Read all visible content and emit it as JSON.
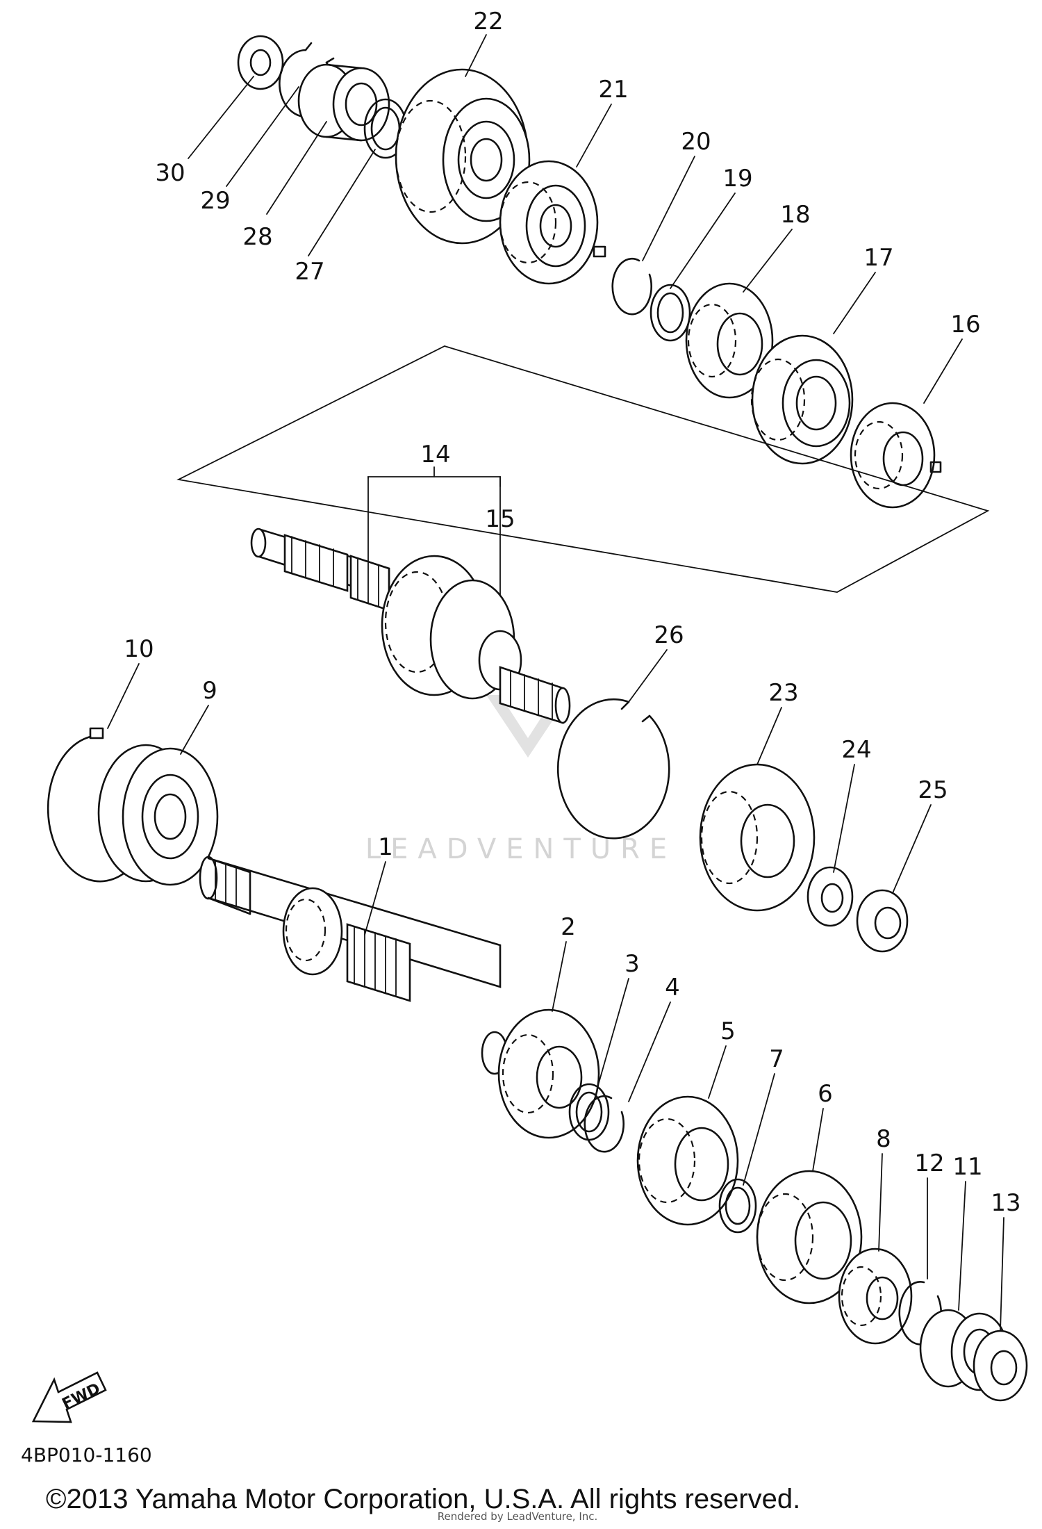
{
  "diagram": {
    "parts": [
      {
        "label": "1"
      },
      {
        "label": "2"
      },
      {
        "label": "3"
      },
      {
        "label": "4"
      },
      {
        "label": "5"
      },
      {
        "label": "6"
      },
      {
        "label": "7"
      },
      {
        "label": "8"
      },
      {
        "label": "9"
      },
      {
        "label": "10"
      },
      {
        "label": "11"
      },
      {
        "label": "12"
      },
      {
        "label": "13"
      },
      {
        "label": "14"
      },
      {
        "label": "15"
      },
      {
        "label": "16"
      },
      {
        "label": "17"
      },
      {
        "label": "18"
      },
      {
        "label": "19"
      },
      {
        "label": "20"
      },
      {
        "label": "21"
      },
      {
        "label": "22"
      },
      {
        "label": "23"
      },
      {
        "label": "24"
      },
      {
        "label": "25"
      },
      {
        "label": "26"
      },
      {
        "label": "27"
      },
      {
        "label": "28"
      },
      {
        "label": "29"
      },
      {
        "label": "30"
      }
    ],
    "direction_arrow_label": "FWD",
    "diagram_code": "4BP010-1160",
    "watermark": "LEADVENTURE",
    "copyright": "©2013 Yamaha Motor Corporation, U.S.A. All rights reserved.",
    "rendered_by": "Rendered by LeadVenture, Inc."
  }
}
